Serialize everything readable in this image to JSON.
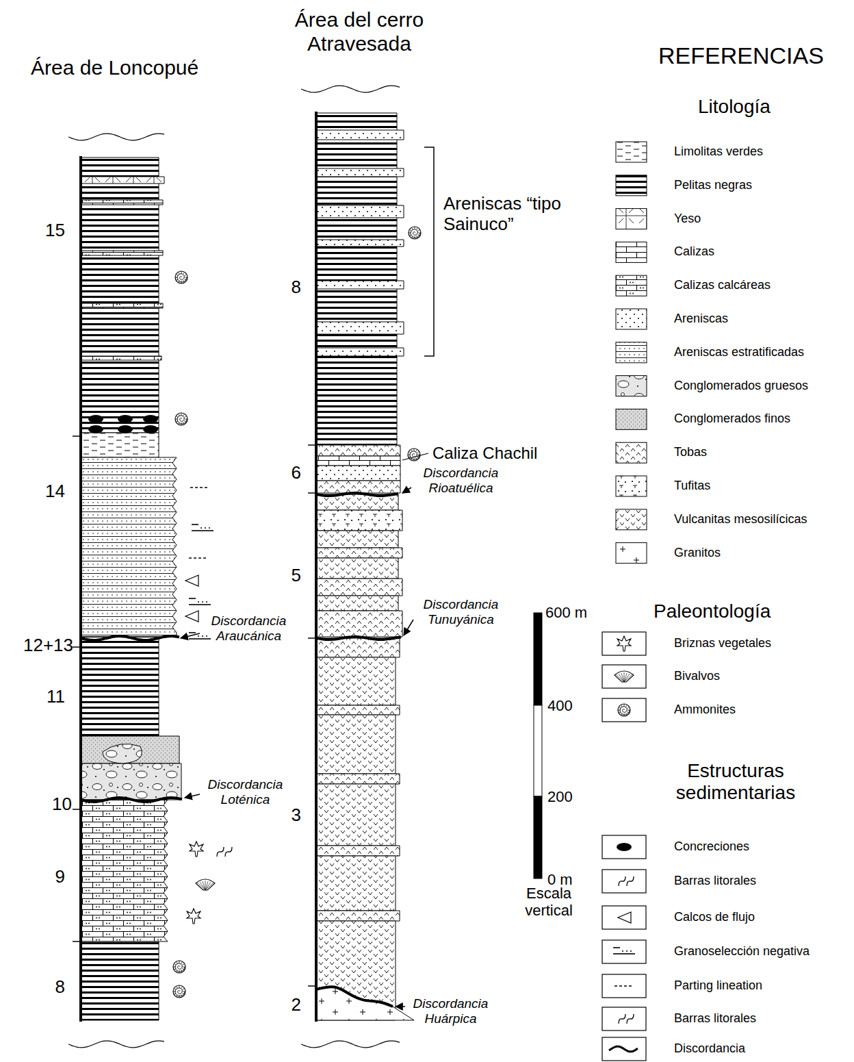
{
  "diagram": {
    "labels": [
      "Área de Loncopué",
      "Área del cerro Atravesada",
      "REFERENCIAS",
      "Litología",
      "Paleontología",
      "Estructuras sedimentarias",
      "Escala vertical",
      "600 m",
      "400",
      "200",
      "0 m",
      "15",
      "14",
      "12+13",
      "11",
      "10",
      "9",
      "8",
      "8",
      "6",
      "5",
      "3",
      "2",
      "Areniscas “tipo Sainuco”",
      "Caliza Chachil",
      "Discordancia Rioatuélica",
      "Discordancia Tunuyánica",
      "Discordancia Huárpica",
      "Discordancia Araucánica",
      "Discordancia Loténica"
    ],
    "legend": [
      {
        "text": "Limolitas verdes"
      },
      {
        "text": "Pelitas negras"
      },
      {
        "text": "Yeso"
      },
      {
        "text": "Calizas"
      },
      {
        "text": "Calizas calcáreas"
      },
      {
        "text": "Areniscas"
      },
      {
        "text": "Areniscas estratificadas"
      },
      {
        "text": "Conglomerados gruesos"
      },
      {
        "text": "Conglomerados finos"
      },
      {
        "text": "Tobas"
      },
      {
        "text": "Tufitas"
      },
      {
        "text": "Vulcanitas mesosilícicas"
      },
      {
        "text": "Granitos"
      },
      {
        "text": "Briznas vegetales"
      },
      {
        "text": "Bivalvos"
      },
      {
        "text": "Ammonites"
      },
      {
        "text": "Concreciones"
      },
      {
        "text": "Barras litorales"
      },
      {
        "text": "Calcos de flujo"
      },
      {
        "text": "Granoselección negativa"
      },
      {
        "text": "Parting lineation"
      },
      {
        "text": "Barras litorales"
      },
      {
        "text": "Discordancia"
      }
    ]
  }
}
